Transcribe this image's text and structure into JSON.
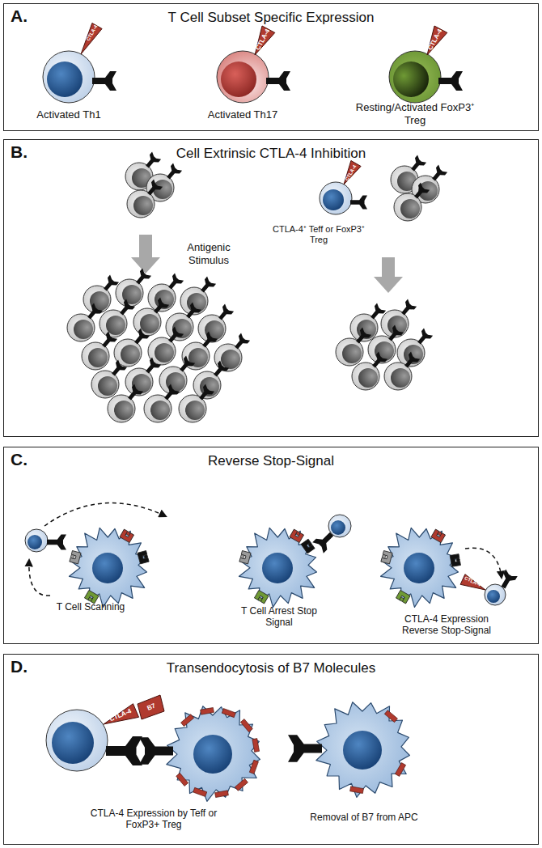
{
  "diagram": {
    "nodes": [
      {
        "text": [
          "A.",
          "T Cell Subset Specific Expression"
        ]
      },
      {
        "text": [
          "B.",
          "Cell Extrinsic CTLA-4 Inhibition"
        ]
      },
      {
        "text": [
          "C.",
          "Reverse Stop-Signal"
        ]
      },
      {
        "text": [
          "D.",
          "Transendocytosis of B7 Molecules"
        ]
      }
    ],
    "labels": [
      "CTLA-4",
      "CTLA-4",
      "CTLA-4",
      "Activated Th1",
      "Activated Th17",
      "Resting/Activated FoxP3⁺ Treg",
      "Antigenic Stimulus",
      "CTLA-4",
      "CTLA-4⁺ Teff or FoxP3⁺ Treg",
      "T Cell Scanning",
      "T Cell Arrest Stop Signal",
      "CTLA-4",
      "CTLA-4 Expression Reverse Stop-Signal",
      "CTLA-4",
      "B7",
      "CTLA-4 Expression by Teff or FoxP3+ Treg",
      "Removal of B7 from APC"
    ]
  }
}
